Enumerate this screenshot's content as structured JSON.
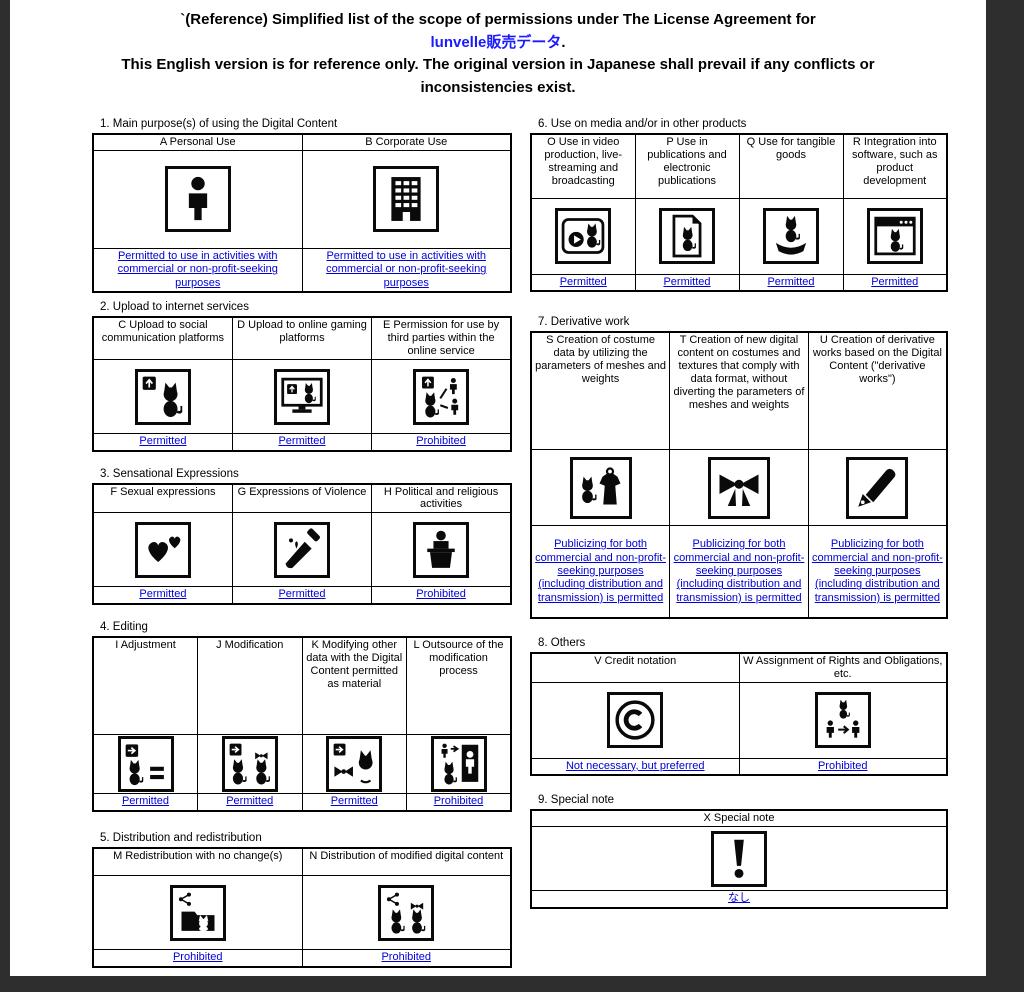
{
  "title": {
    "line1": "`(Reference) Simplified list of the scope of permissions under The License Agreement for",
    "brand": "lunvelle販売データ",
    "brand_suffix": ".",
    "disclaimer": "This English version is for reference only. The original version in Japanese shall prevail if any conflicts or inconsistencies exist."
  },
  "colors": {
    "status_link_blue": "#0000d9",
    "brand_blue": "#1a1aff",
    "page_bg": "#ffffff",
    "canvas_bg": "#2e2e2e"
  },
  "sections": {
    "s1": {
      "heading": "1. Main purpose(s) of using the Digital Content",
      "cells": [
        {
          "label": "A Personal Use",
          "icon": "person-icon",
          "status": "Permitted to use in activities with commercial or non-profit-seeking purposes"
        },
        {
          "label": "B  Corporate Use",
          "icon": "building-icon",
          "status": "Permitted to use in activities with commercial or non-profit-seeking purposes"
        }
      ]
    },
    "s2": {
      "heading": "2. Upload to internet services",
      "cells": [
        {
          "label": "C Upload to social communication platforms",
          "icon": "upload-cat-icon",
          "status": "Permitted"
        },
        {
          "label": "D Upload to online gaming platforms",
          "icon": "upload-monitor-icon",
          "status": "Permitted"
        },
        {
          "label": "E Permission for use by third parties within the online service",
          "icon": "upload-third-party-icon",
          "status": "Prohibited"
        }
      ]
    },
    "s3": {
      "heading": "3. Sensational Expressions",
      "cells": [
        {
          "label": "F Sexual expressions",
          "icon": "hearts-icon",
          "status": "Permitted"
        },
        {
          "label": "G Expressions of Violence",
          "icon": "knife-icon",
          "status": "Permitted"
        },
        {
          "label": "H Political and religious activities",
          "icon": "podium-speech-icon",
          "status": "Prohibited"
        }
      ]
    },
    "s4": {
      "heading": "4. Editing",
      "cells": [
        {
          "label": "I Adjustment",
          "icon": "adjustment-icon",
          "status": "Permitted"
        },
        {
          "label": "J Modification",
          "icon": "modification-icon",
          "status": "Permitted"
        },
        {
          "label": "K Modifying other data with the Digital Content permitted as material",
          "icon": "modify-other-data-icon",
          "status": "Permitted"
        },
        {
          "label": "L Outsource of the modification process",
          "icon": "outsource-icon",
          "status": "Prohibited"
        }
      ]
    },
    "s5": {
      "heading": "5. Distribution and redistribution",
      "cells": [
        {
          "label": "M Redistribution with no change(s)",
          "icon": "share-folder-icon",
          "status": "Prohibited"
        },
        {
          "label": "N Distribution of modified digital content",
          "icon": "share-modified-icon",
          "status": "Prohibited"
        }
      ]
    },
    "s6": {
      "heading": "6. Use on media and/or in other products",
      "cells": [
        {
          "label": "O Use in video production, live-streaming and broadcasting",
          "icon": "video-production-icon",
          "status": "Permitted"
        },
        {
          "label": "P Use in publications and electronic publications",
          "icon": "publications-icon",
          "status": "Permitted"
        },
        {
          "label": "Q Use for tangible goods",
          "icon": "tangible-goods-icon",
          "status": "Permitted"
        },
        {
          "label": "R Integration into software, such as product development",
          "icon": "software-window-icon",
          "status": "Permitted"
        }
      ]
    },
    "s7": {
      "heading": "7. Derivative work",
      "cells": [
        {
          "label": "S Creation of costume data by utilizing the parameters of meshes and weights",
          "icon": "costume-data-icon",
          "status": "Publicizing for both commercial and non-profit-seeking purposes (including distribution and transmission) is permitted"
        },
        {
          "label": "T Creation of new digital content on costumes and textures that comply with data format, without diverting the parameters of meshes and weights",
          "icon": "ribbon-icon",
          "status": "Publicizing for both commercial and non-profit-seeking purposes (including distribution and transmission) is permitted"
        },
        {
          "label": "U Creation of derivative works based on the Digital Content (\"derivative works\")",
          "icon": "pen-icon",
          "status": "Publicizing for both commercial and non-profit-seeking purposes (including distribution and transmission) is permitted"
        }
      ]
    },
    "s8": {
      "heading": "8. Others",
      "cells": [
        {
          "label": "V Credit notation",
          "icon": "copyright-icon",
          "status": "Not necessary, but preferred"
        },
        {
          "label": "W Assignment of Rights and Obligations, etc.",
          "icon": "rights-assignment-icon",
          "status": "Prohibited"
        }
      ]
    },
    "s9": {
      "heading": "9. Special note",
      "cells": [
        {
          "label": "X Special note",
          "icon": "exclamation-icon",
          "status": "なし"
        }
      ]
    }
  }
}
